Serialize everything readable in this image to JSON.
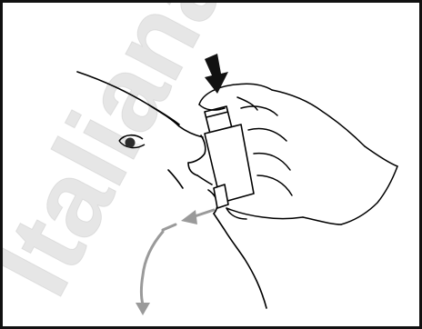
{
  "illustration": {
    "subject": "inhaler-use",
    "line_color": "#000000",
    "arrow_color": "#9a9a9a",
    "background_color": "#ffffff",
    "border_color": "#111111"
  },
  "watermark": {
    "text": "Italiana",
    "color": "#c8c8c8",
    "opacity": 0.45
  }
}
